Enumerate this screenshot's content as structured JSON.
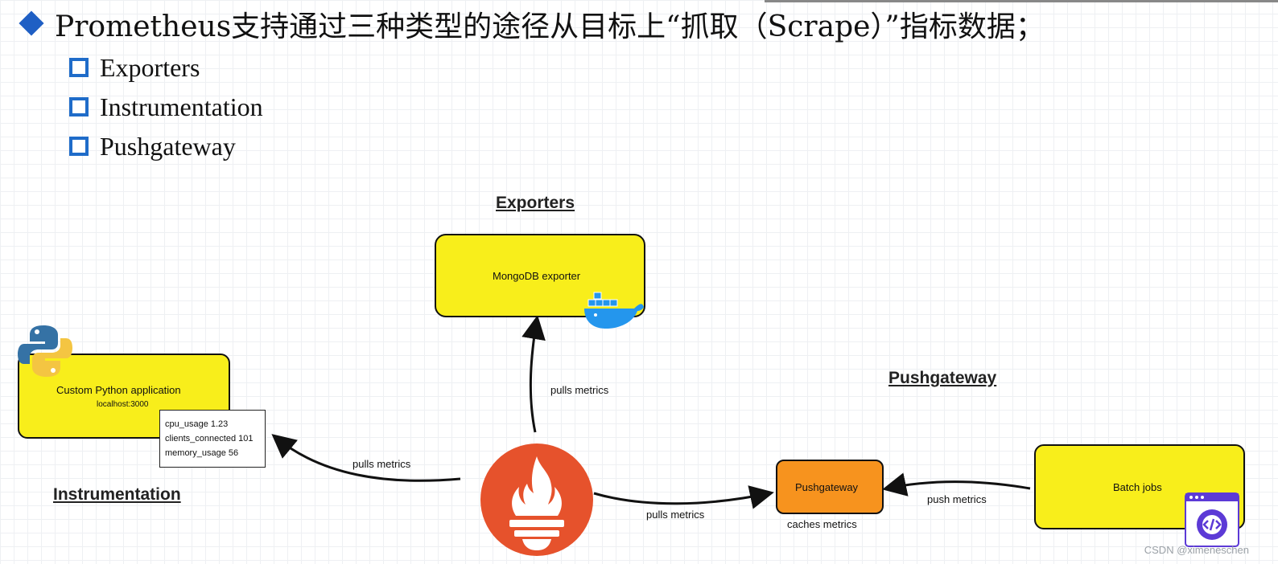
{
  "header": {
    "title": "Prometheus支持通过三种类型的途径从目标上“抓取（Scrape）”指标数据；",
    "bullets": [
      {
        "label": "Exporters"
      },
      {
        "label": "Instrumentation"
      },
      {
        "label": "Pushgateway"
      }
    ]
  },
  "diagram": {
    "exporters": {
      "title": "Exporters",
      "box_label": "MongoDB exporter"
    },
    "instrumentation": {
      "title": "Instrumentation",
      "app_label": "Custom Python application",
      "app_sublabel": "localhost:3000",
      "metrics": [
        "cpu_usage 1.23",
        "clients_connected 101",
        "memory_usage 56"
      ]
    },
    "pushgateway": {
      "title": "Pushgateway",
      "box_label": "Pushgateway",
      "caption": "caches metrics"
    },
    "batch": {
      "box_label": "Batch jobs"
    },
    "edges": {
      "to_exporter": "pulls metrics",
      "to_app": "pulls metrics",
      "to_pushgateway": "pulls metrics",
      "batch_to_pushgateway": "push metrics"
    },
    "colors": {
      "yellow": "#f8ee1b",
      "orange": "#f7931e",
      "prometheus": "#e6522c",
      "bullet": "#1f6cc9"
    }
  },
  "icons": {
    "python": "python-logo-icon",
    "docker": "docker-whale-icon",
    "prometheus": "prometheus-flame-icon",
    "code": "code-gear-icon"
  },
  "watermark": "CSDN @ximeneschen"
}
